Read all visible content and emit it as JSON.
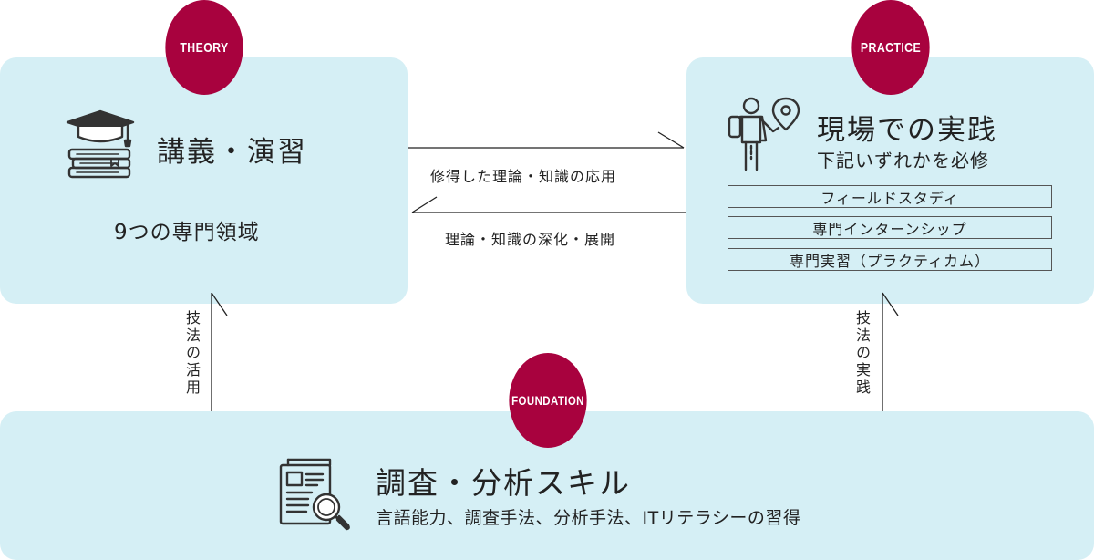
{
  "badges": {
    "theory": "THEORY",
    "practice": "PRACTICE",
    "foundation": "FOUNDATION"
  },
  "theory": {
    "icon": "graduation-cap-books-icon",
    "title": "講義・演習",
    "subtitle": "9つの専門領域"
  },
  "practice": {
    "icon": "field-worker-location-icon",
    "title": "現場での実践",
    "subtitle": "下記いずれかを必修",
    "items": [
      "フィールドスタディ",
      "専門インターンシップ",
      "専門実習（プラクティカム）"
    ]
  },
  "foundation": {
    "icon": "document-magnifier-icon",
    "title": "調査・分析スキル",
    "subtitle": "言語能力、調査手法、分析手法、ITリテラシーの習得"
  },
  "arrows": {
    "theory_to_practice": "修得した理論・知識の応用",
    "practice_to_theory": "理論・知識の深化・展開",
    "foundation_to_theory": "技法の活用",
    "foundation_to_practice": "技法の実践"
  },
  "colors": {
    "panel": "#d5eff5",
    "badge": "#a8023e",
    "line": "#222222"
  }
}
